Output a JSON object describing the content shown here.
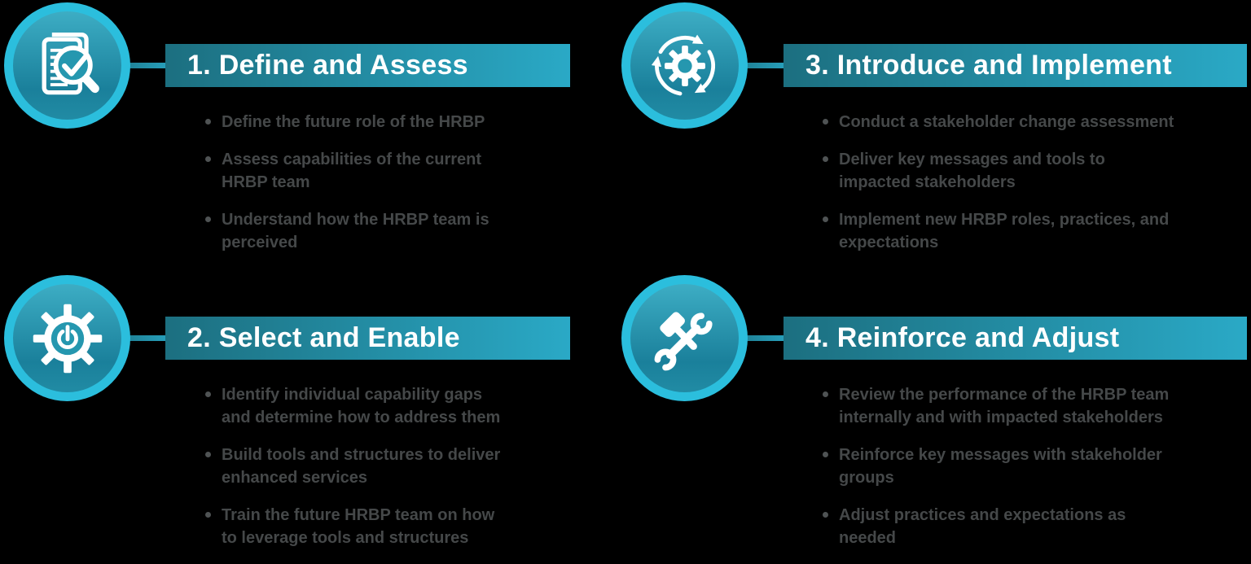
{
  "colors": {
    "background": "#000000",
    "banner_gradient_start": "#1c6f80",
    "banner_gradient_end": "#2aa9c6",
    "circle_ring": "#2bbedd",
    "circle_inner_top": "#3dadc4",
    "circle_inner_bottom": "#218ba4",
    "title_text": "#ffffff",
    "bullet_text": "#454849"
  },
  "icons": [
    "document-magnifier-check-icon",
    "gear-power-icon",
    "gear-cycle-arrows-icon",
    "hammer-wrench-icon"
  ],
  "steps": [
    {
      "title": "1. Define and Assess",
      "icon": "document-magnifier-check-icon",
      "bullets": [
        "Define the future role of the HRBP",
        "Assess capabilities of the current\nHRBP team",
        "Understand how the HRBP team is\nperceived"
      ]
    },
    {
      "title": "2. Select and Enable",
      "icon": "gear-power-icon",
      "bullets": [
        "Identify individual capability gaps\nand determine how to address them",
        "Build tools and structures to deliver\nenhanced services",
        "Train the future HRBP team on how\nto leverage tools and structures"
      ]
    },
    {
      "title": "3. Introduce and Implement",
      "icon": "gear-cycle-arrows-icon",
      "bullets": [
        "Conduct a stakeholder change assessment",
        "Deliver key messages and tools to\nimpacted stakeholders",
        "Implement new HRBP roles, practices, and\nexpectations"
      ]
    },
    {
      "title": "4. Reinforce and Adjust",
      "icon": "hammer-wrench-icon",
      "bullets": [
        "Review the performance of the HRBP team\ninternally and with impacted stakeholders",
        "Reinforce key messages with stakeholder\ngroups",
        "Adjust practices and expectations as\nneeded"
      ]
    }
  ]
}
